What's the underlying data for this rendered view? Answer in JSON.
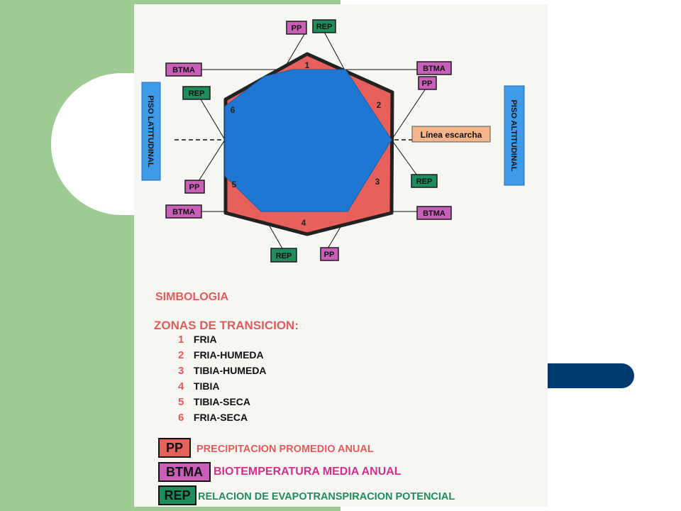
{
  "tags": {
    "pp": "PP",
    "rep": "REP",
    "btma": "BTMA"
  },
  "axis_labels": {
    "left": "PISO LATITUDINAL",
    "right": "PISO ALTITUDINAL",
    "frost_line": "Línea escarcha"
  },
  "hex_numbers": [
    "1",
    "2",
    "3",
    "4",
    "5",
    "6"
  ],
  "legend": {
    "symbology": "SIMBOLOGIA",
    "zones_title": "ZONAS DE TRANSICION:",
    "zones": [
      {
        "num": "1",
        "name": "FRIA"
      },
      {
        "num": "2",
        "name": "FRIA-HUMEDA"
      },
      {
        "num": "3",
        "name": "TIBIA-HUMEDA"
      },
      {
        "num": "4",
        "name": "TIBIA"
      },
      {
        "num": "5",
        "name": "TIBIA-SECA"
      },
      {
        "num": "6",
        "name": "FRIA-SECA"
      }
    ],
    "keys": [
      {
        "abbr": "PP",
        "text": "PRECIPITACION PROMEDIO ANUAL"
      },
      {
        "abbr": "BTMA",
        "text": "BIOTEMPERATURA MEDIA ANUAL"
      },
      {
        "abbr": "REP",
        "text": "RELACION DE EVAPOTRANSPIRACION POTENCIAL"
      }
    ]
  },
  "colors": {
    "hexagon_fill": "#e8605c",
    "octagon_fill": "#1f77d3",
    "pp_tag": "#c85fb8",
    "btma_tag": "#c85fb8",
    "rep_tag": "#1f8c5c",
    "axis_label_bg": "#3f9be8",
    "frost_tag": "#f5b48a",
    "legend_red": "#e05c5c",
    "legend_magenta": "#d0308e",
    "legend_green": "#1f8c5c"
  }
}
